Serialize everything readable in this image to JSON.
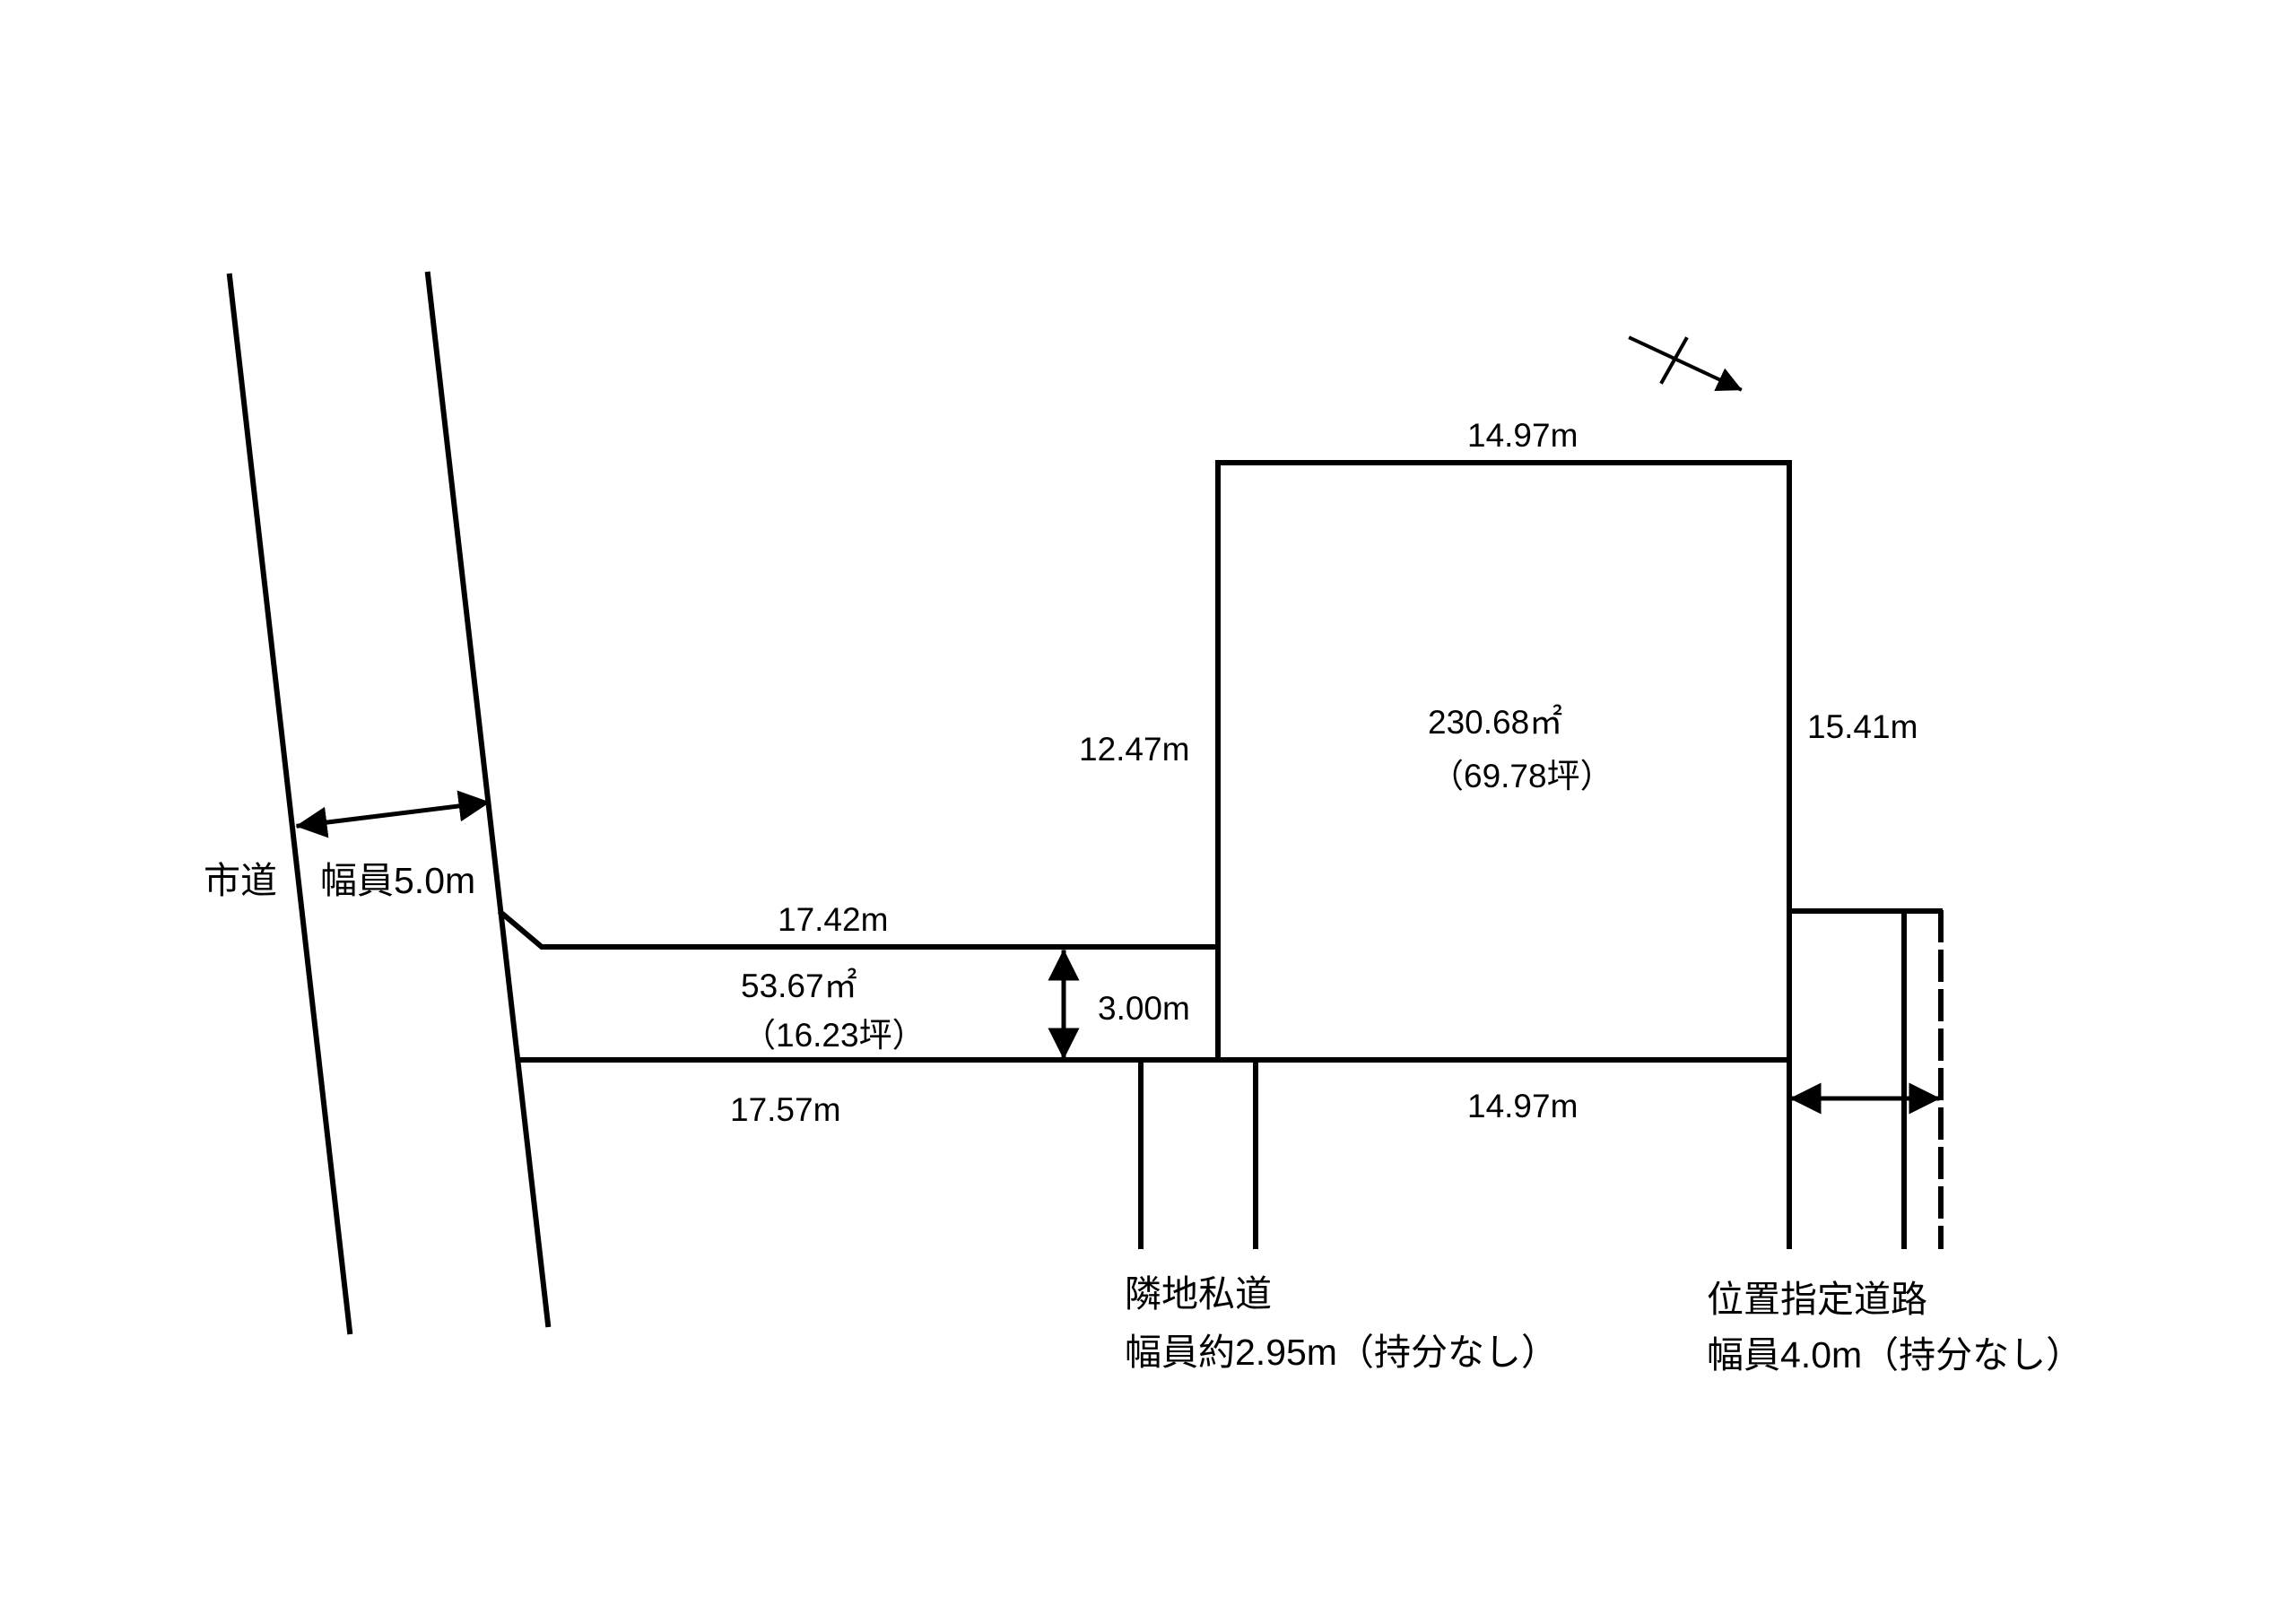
{
  "colors": {
    "line": "#000000",
    "background": "#ffffff"
  },
  "compass": {
    "icon": "north-arrow-icon"
  },
  "city_road": {
    "name": "市道",
    "width": "幅員5.0m"
  },
  "main_lot": {
    "top": "14.97m",
    "left": "12.47m",
    "right": "15.41m",
    "bottom": "14.97m",
    "area": "230.68㎡",
    "area_tsubo": "（69.78坪）"
  },
  "access_strip": {
    "top": "17.42m",
    "bottom": "17.57m",
    "width": "3.00m",
    "area": "53.67㎡",
    "area_tsubo": "（16.23坪）"
  },
  "neighbor_private_road": {
    "name": "隣地私道",
    "width": "幅員約2.95m（持分なし）"
  },
  "designated_road": {
    "name": "位置指定道路",
    "width": "幅員4.0m（持分なし）"
  }
}
